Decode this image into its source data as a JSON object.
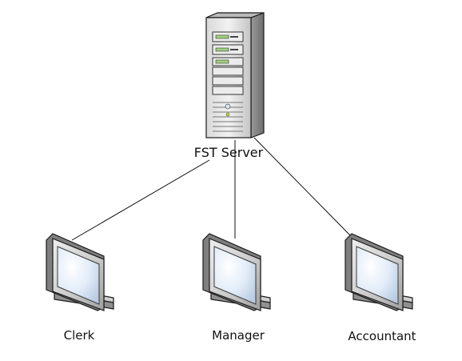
{
  "server": {
    "label": "FST Server",
    "icon": "server-icon"
  },
  "clients": [
    {
      "label": "Clerk",
      "icon": "monitor-icon"
    },
    {
      "label": "Manager",
      "icon": "monitor-icon"
    },
    {
      "label": "Accountant",
      "icon": "monitor-icon"
    }
  ],
  "colors": {
    "connector": "#111111",
    "device_body": "#c9c9c9",
    "screen": "#cfe0f5"
  }
}
